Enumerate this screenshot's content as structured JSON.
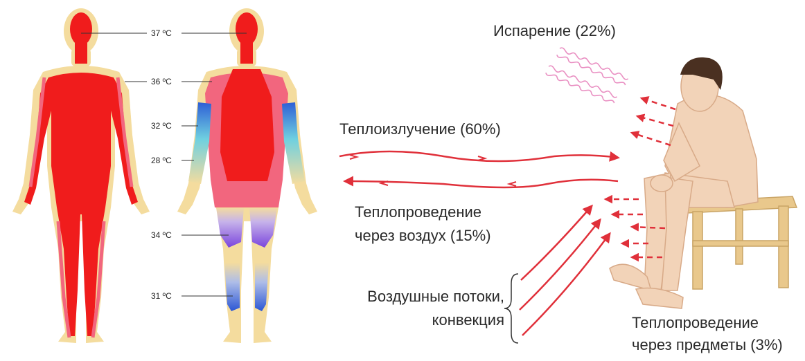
{
  "colors": {
    "core": "#f01c1c",
    "shell_pink": "#f2667e",
    "skin": "#f4dc9e",
    "cold_blue": "#2e5fd6",
    "cyan": "#6fd0e0",
    "violet": "#8a4fe0",
    "arrow": "#e0303a",
    "body_skin": "#f2d3b8",
    "hair": "#4a3021",
    "stool": "#e9c88c",
    "evap_coil": "#e98fc2"
  },
  "temperatures": {
    "t37": "37 ºC",
    "t36": "36 ºC",
    "t32": "32 ºC",
    "t28": "28 ºC",
    "t34": "34 ºC",
    "t31": "31 ºC"
  },
  "heat_transfer": {
    "evaporation": "Испарение (22%)",
    "radiation": "Теплоизлучение (60%)",
    "air_conduction_line1": "Теплопроведение",
    "air_conduction_line2": "через воздух (15%)",
    "convection_line1": "Воздушные потоки,",
    "convection_line2": "конвекция",
    "object_conduction_line1": "Теплопроведение",
    "object_conduction_line2": "через предметы (3%)"
  }
}
